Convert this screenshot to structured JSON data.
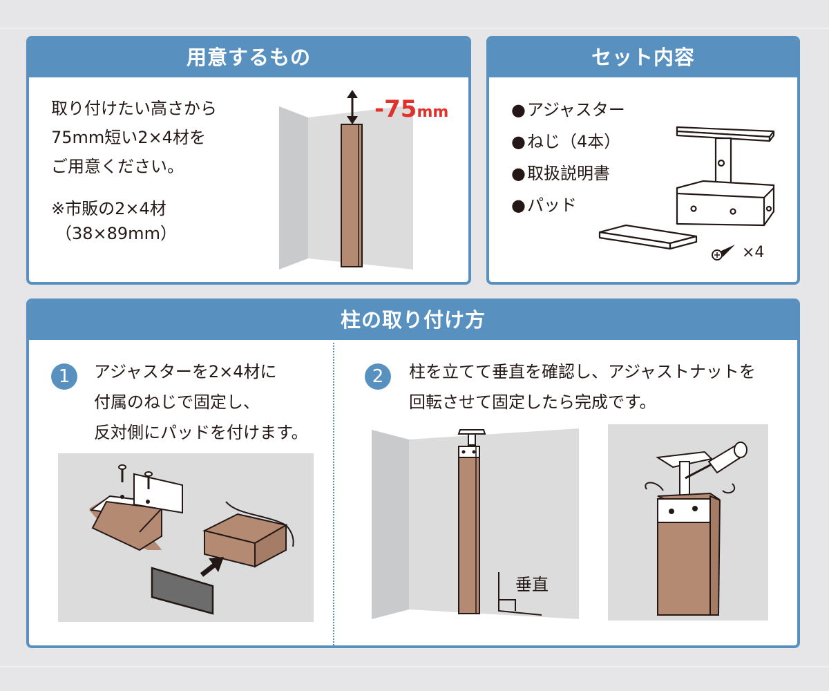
{
  "prepare": {
    "title": "用意するもの",
    "lines": [
      "取り付けたい高さから",
      "75mm短い2×4材を",
      "ご用意ください。"
    ],
    "note_line1": "※市販の2×4材",
    "note_line2": "（38×89mm）",
    "dimension_value": "-75",
    "dimension_unit": "mm",
    "colors": {
      "accent": "#5891c0",
      "dimension_red": "#e0312b",
      "wood": "#b48a72"
    }
  },
  "set_contents": {
    "title": "セット内容",
    "items": [
      "アジャスター",
      "ねじ（4本）",
      "取扱説明書",
      "パッド"
    ],
    "screw_count": "×4"
  },
  "installation": {
    "title": "柱の取り付け方",
    "steps": [
      {
        "number": "1",
        "lines": [
          "アジャスターを2×4材に",
          "付属のねじで固定し、",
          "反対側にパッドを付けます。"
        ]
      },
      {
        "number": "2",
        "lines": [
          "柱を立てて垂直を確認し、アジャストナットを",
          "回転させて固定したら完成です。"
        ],
        "vertical_label": "垂直"
      }
    ]
  }
}
